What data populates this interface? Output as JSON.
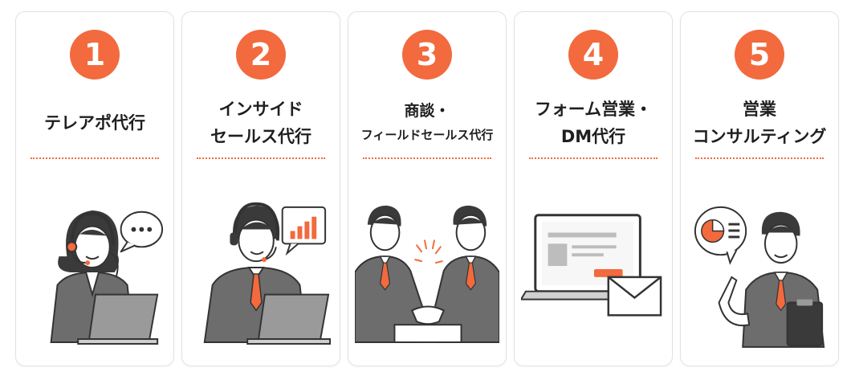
{
  "cards": [
    {
      "number": "1",
      "title_lines": [
        "テレアポ代行",
        ""
      ]
    },
    {
      "number": "2",
      "title_lines": [
        "インサイド",
        "セールス代行"
      ]
    },
    {
      "number": "3",
      "title_lines": [
        "商談・",
        "フィールドセールス代行"
      ]
    },
    {
      "number": "4",
      "title_lines": [
        "フォーム営業・",
        "DM代行"
      ]
    },
    {
      "number": "5",
      "title_lines": [
        "営業",
        "コンサルティング"
      ]
    }
  ],
  "colors": {
    "accent": "#f26a3d",
    "suit": "#6d6d6d",
    "hair": "#3a3a3a",
    "line": "#333333"
  },
  "icons": [
    "headset-operator",
    "headset-operator-chart",
    "handshake",
    "laptop-mail",
    "consultant-chart"
  ]
}
